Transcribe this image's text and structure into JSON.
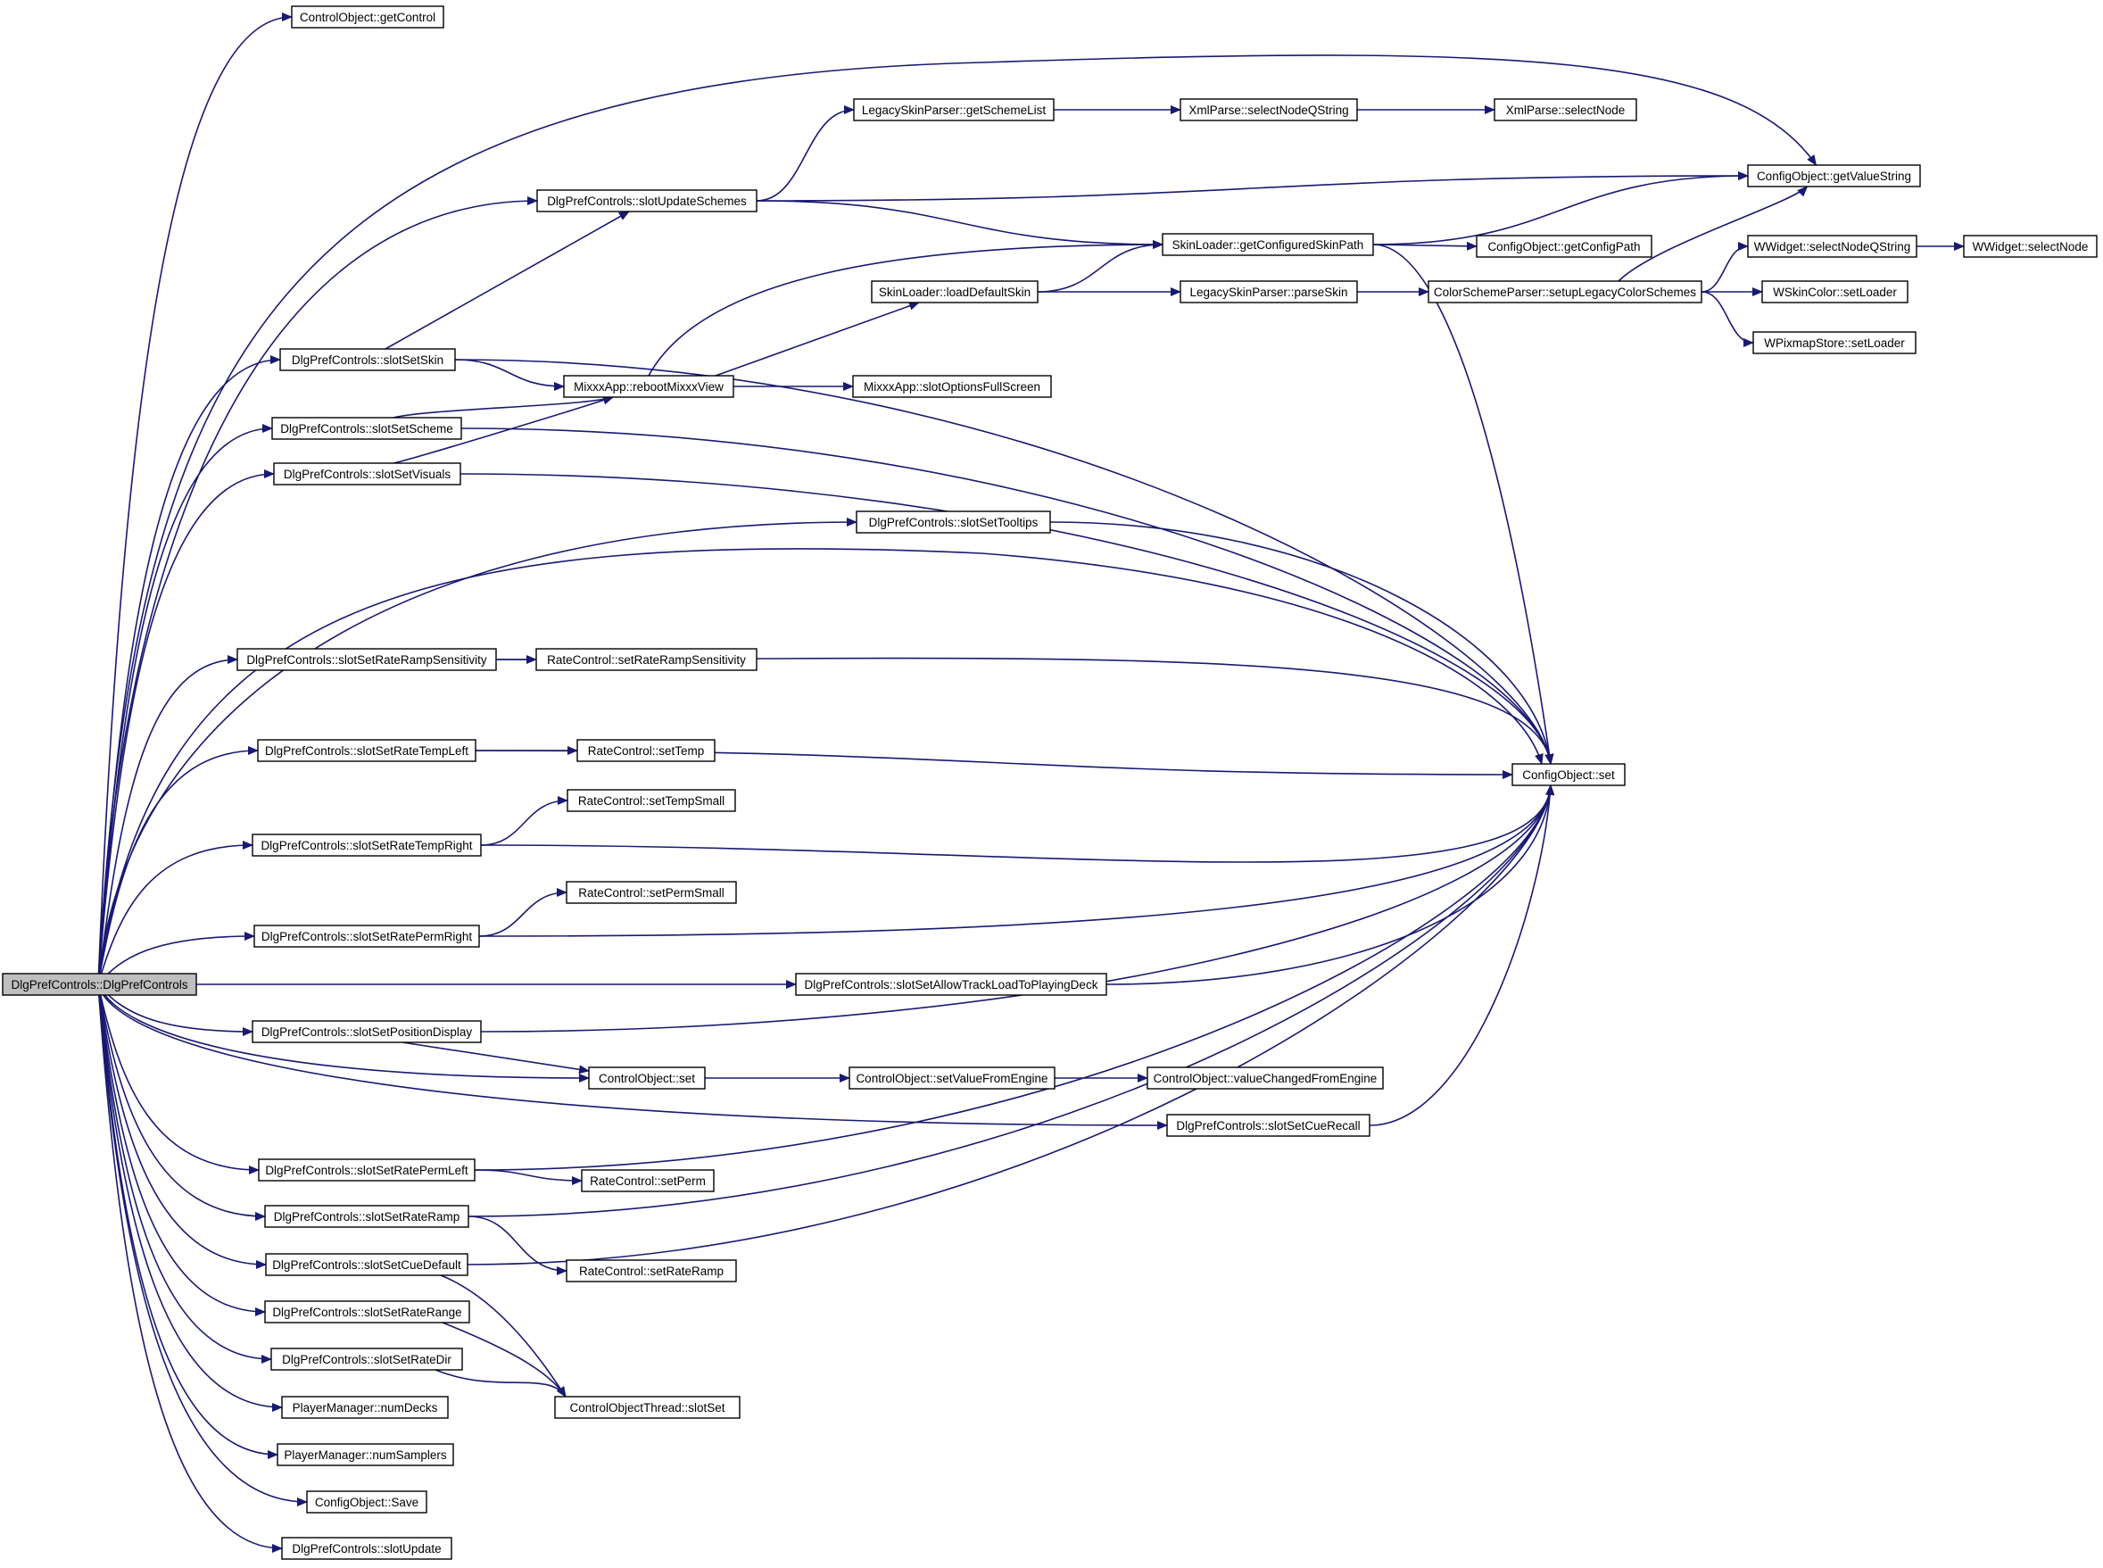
{
  "graph": {
    "edge_color": "#191970",
    "node_border": "#000000",
    "node_fill": "#ffffff",
    "root_fill": "#bfbfbf",
    "root": "root",
    "nodes": [
      {
        "id": "root",
        "label": "DlgPrefControls::DlgPrefControls"
      },
      {
        "id": "getControl",
        "label": "ControlObject::getControl"
      },
      {
        "id": "getValueString",
        "label": "ConfigObject::getValueString"
      },
      {
        "id": "getSchemeList",
        "label": "LegacySkinParser::getSchemeList"
      },
      {
        "id": "selectNodeQString",
        "label": "XmlParse::selectNodeQString"
      },
      {
        "id": "xmlSelectNode",
        "label": "XmlParse::selectNode"
      },
      {
        "id": "slotUpdateSchemes",
        "label": "DlgPrefControls::slotUpdateSchemes"
      },
      {
        "id": "getConfiguredSkinPath",
        "label": "SkinLoader::getConfiguredSkinPath"
      },
      {
        "id": "getConfigPath",
        "label": "ConfigObject::getConfigPath"
      },
      {
        "id": "wSelectNodeQString",
        "label": "WWidget::selectNodeQString"
      },
      {
        "id": "wSelectNode",
        "label": "WWidget::selectNode"
      },
      {
        "id": "loadDefaultSkin",
        "label": "SkinLoader::loadDefaultSkin"
      },
      {
        "id": "parseSkin",
        "label": "LegacySkinParser::parseSkin"
      },
      {
        "id": "setupLegacy",
        "label": "ColorSchemeParser::setupLegacyColorSchemes"
      },
      {
        "id": "wSkinSetLoader",
        "label": "WSkinColor::setLoader"
      },
      {
        "id": "wPixSetLoader",
        "label": "WPixmapStore::setLoader"
      },
      {
        "id": "slotSetSkin",
        "label": "DlgPrefControls::slotSetSkin"
      },
      {
        "id": "rebootMixxxView",
        "label": "MixxxApp::rebootMixxxView"
      },
      {
        "id": "slotOptionsFullScreen",
        "label": "MixxxApp::slotOptionsFullScreen"
      },
      {
        "id": "slotSetScheme",
        "label": "DlgPrefControls::slotSetScheme"
      },
      {
        "id": "slotSetVisuals",
        "label": "DlgPrefControls::slotSetVisuals"
      },
      {
        "id": "slotSetTooltips",
        "label": "DlgPrefControls::slotSetTooltips"
      },
      {
        "id": "slotSetRateRampSensitivity",
        "label": "DlgPrefControls::slotSetRateRampSensitivity"
      },
      {
        "id": "setRateRampSensitivity",
        "label": "RateControl::setRateRampSensitivity"
      },
      {
        "id": "slotSetRateTempLeft",
        "label": "DlgPrefControls::slotSetRateTempLeft"
      },
      {
        "id": "setTemp",
        "label": "RateControl::setTemp"
      },
      {
        "id": "configSet",
        "label": "ConfigObject::set"
      },
      {
        "id": "setTempSmall",
        "label": "RateControl::setTempSmall"
      },
      {
        "id": "slotSetRateTempRight",
        "label": "DlgPrefControls::slotSetRateTempRight"
      },
      {
        "id": "setPermSmall",
        "label": "RateControl::setPermSmall"
      },
      {
        "id": "slotSetRatePermRight",
        "label": "DlgPrefControls::slotSetRatePermRight"
      },
      {
        "id": "slotSetAllowTrackLoad",
        "label": "DlgPrefControls::slotSetAllowTrackLoadToPlayingDeck"
      },
      {
        "id": "slotSetPositionDisplay",
        "label": "DlgPrefControls::slotSetPositionDisplay"
      },
      {
        "id": "controlSet",
        "label": "ControlObject::set"
      },
      {
        "id": "setValueFromEngine",
        "label": "ControlObject::setValueFromEngine"
      },
      {
        "id": "valueChangedFromEngine",
        "label": "ControlObject::valueChangedFromEngine"
      },
      {
        "id": "slotSetCueRecall",
        "label": "DlgPrefControls::slotSetCueRecall"
      },
      {
        "id": "slotSetRatePermLeft",
        "label": "DlgPrefControls::slotSetRatePermLeft"
      },
      {
        "id": "setPerm",
        "label": "RateControl::setPerm"
      },
      {
        "id": "slotSetRateRamp",
        "label": "DlgPrefControls::slotSetRateRamp"
      },
      {
        "id": "setRateRamp",
        "label": "RateControl::setRateRamp"
      },
      {
        "id": "slotSetCueDefault",
        "label": "DlgPrefControls::slotSetCueDefault"
      },
      {
        "id": "slotSetRateRange",
        "label": "DlgPrefControls::slotSetRateRange"
      },
      {
        "id": "slotSetRateDir",
        "label": "DlgPrefControls::slotSetRateDir"
      },
      {
        "id": "cotSlotSet",
        "label": "ControlObjectThread::slotSet"
      },
      {
        "id": "numDecks",
        "label": "PlayerManager::numDecks"
      },
      {
        "id": "numSamplers",
        "label": "PlayerManager::numSamplers"
      },
      {
        "id": "configSave",
        "label": "ConfigObject::Save"
      },
      {
        "id": "slotUpdate",
        "label": "DlgPrefControls::slotUpdate"
      }
    ],
    "edges": [
      [
        "root",
        "getControl"
      ],
      [
        "root",
        "getValueString"
      ],
      [
        "root",
        "slotUpdateSchemes"
      ],
      [
        "root",
        "slotSetSkin"
      ],
      [
        "root",
        "slotSetScheme"
      ],
      [
        "root",
        "slotSetVisuals"
      ],
      [
        "root",
        "slotSetTooltips"
      ],
      [
        "root",
        "configSet"
      ],
      [
        "root",
        "slotSetRateRampSensitivity"
      ],
      [
        "root",
        "slotSetRateTempLeft"
      ],
      [
        "root",
        "slotSetRateTempRight"
      ],
      [
        "root",
        "slotSetRatePermRight"
      ],
      [
        "root",
        "slotSetAllowTrackLoad"
      ],
      [
        "root",
        "slotSetPositionDisplay"
      ],
      [
        "root",
        "controlSet"
      ],
      [
        "root",
        "slotSetCueRecall"
      ],
      [
        "root",
        "slotSetRatePermLeft"
      ],
      [
        "root",
        "slotSetRateRamp"
      ],
      [
        "root",
        "slotSetCueDefault"
      ],
      [
        "root",
        "slotSetRateRange"
      ],
      [
        "root",
        "slotSetRateDir"
      ],
      [
        "root",
        "numDecks"
      ],
      [
        "root",
        "numSamplers"
      ],
      [
        "root",
        "configSave"
      ],
      [
        "root",
        "slotUpdate"
      ],
      [
        "slotUpdateSchemes",
        "getSchemeList"
      ],
      [
        "slotUpdateSchemes",
        "getValueString"
      ],
      [
        "slotUpdateSchemes",
        "getConfiguredSkinPath"
      ],
      [
        "getSchemeList",
        "selectNodeQString"
      ],
      [
        "selectNodeQString",
        "xmlSelectNode"
      ],
      [
        "getConfiguredSkinPath",
        "getValueString"
      ],
      [
        "getConfiguredSkinPath",
        "getConfigPath"
      ],
      [
        "getConfiguredSkinPath",
        "configSet"
      ],
      [
        "loadDefaultSkin",
        "getConfiguredSkinPath"
      ],
      [
        "loadDefaultSkin",
        "parseSkin"
      ],
      [
        "parseSkin",
        "setupLegacy"
      ],
      [
        "setupLegacy",
        "getValueString"
      ],
      [
        "setupLegacy",
        "wSelectNodeQString"
      ],
      [
        "setupLegacy",
        "wSkinSetLoader"
      ],
      [
        "setupLegacy",
        "wPixSetLoader"
      ],
      [
        "wSelectNodeQString",
        "wSelectNode"
      ],
      [
        "slotSetSkin",
        "slotUpdateSchemes"
      ],
      [
        "slotSetSkin",
        "rebootMixxxView"
      ],
      [
        "slotSetSkin",
        "configSet"
      ],
      [
        "rebootMixxxView",
        "getConfiguredSkinPath"
      ],
      [
        "rebootMixxxView",
        "loadDefaultSkin"
      ],
      [
        "rebootMixxxView",
        "slotOptionsFullScreen"
      ],
      [
        "slotSetScheme",
        "rebootMixxxView"
      ],
      [
        "slotSetScheme",
        "configSet"
      ],
      [
        "slotSetVisuals",
        "rebootMixxxView"
      ],
      [
        "slotSetVisuals",
        "configSet"
      ],
      [
        "slotSetTooltips",
        "configSet"
      ],
      [
        "slotSetRateRampSensitivity",
        "setRateRampSensitivity"
      ],
      [
        "slotSetRateRampSensitivity",
        "configSet"
      ],
      [
        "slotSetRateTempLeft",
        "setTemp"
      ],
      [
        "slotSetRateTempLeft",
        "configSet"
      ],
      [
        "slotSetRateTempRight",
        "setTempSmall"
      ],
      [
        "slotSetRateTempRight",
        "configSet"
      ],
      [
        "slotSetRatePermRight",
        "setPermSmall"
      ],
      [
        "slotSetRatePermRight",
        "configSet"
      ],
      [
        "slotSetAllowTrackLoad",
        "configSet"
      ],
      [
        "slotSetPositionDisplay",
        "controlSet"
      ],
      [
        "slotSetPositionDisplay",
        "configSet"
      ],
      [
        "controlSet",
        "setValueFromEngine"
      ],
      [
        "setValueFromEngine",
        "valueChangedFromEngine"
      ],
      [
        "slotSetCueRecall",
        "configSet"
      ],
      [
        "slotSetRatePermLeft",
        "setPerm"
      ],
      [
        "slotSetRatePermLeft",
        "configSet"
      ],
      [
        "slotSetRateRamp",
        "setRateRamp"
      ],
      [
        "slotSetRateRamp",
        "configSet"
      ],
      [
        "slotSetCueDefault",
        "configSet"
      ],
      [
        "slotSetCueDefault",
        "cotSlotSet"
      ],
      [
        "slotSetRateRange",
        "cotSlotSet"
      ],
      [
        "slotSetRateDir",
        "cotSlotSet"
      ]
    ]
  }
}
